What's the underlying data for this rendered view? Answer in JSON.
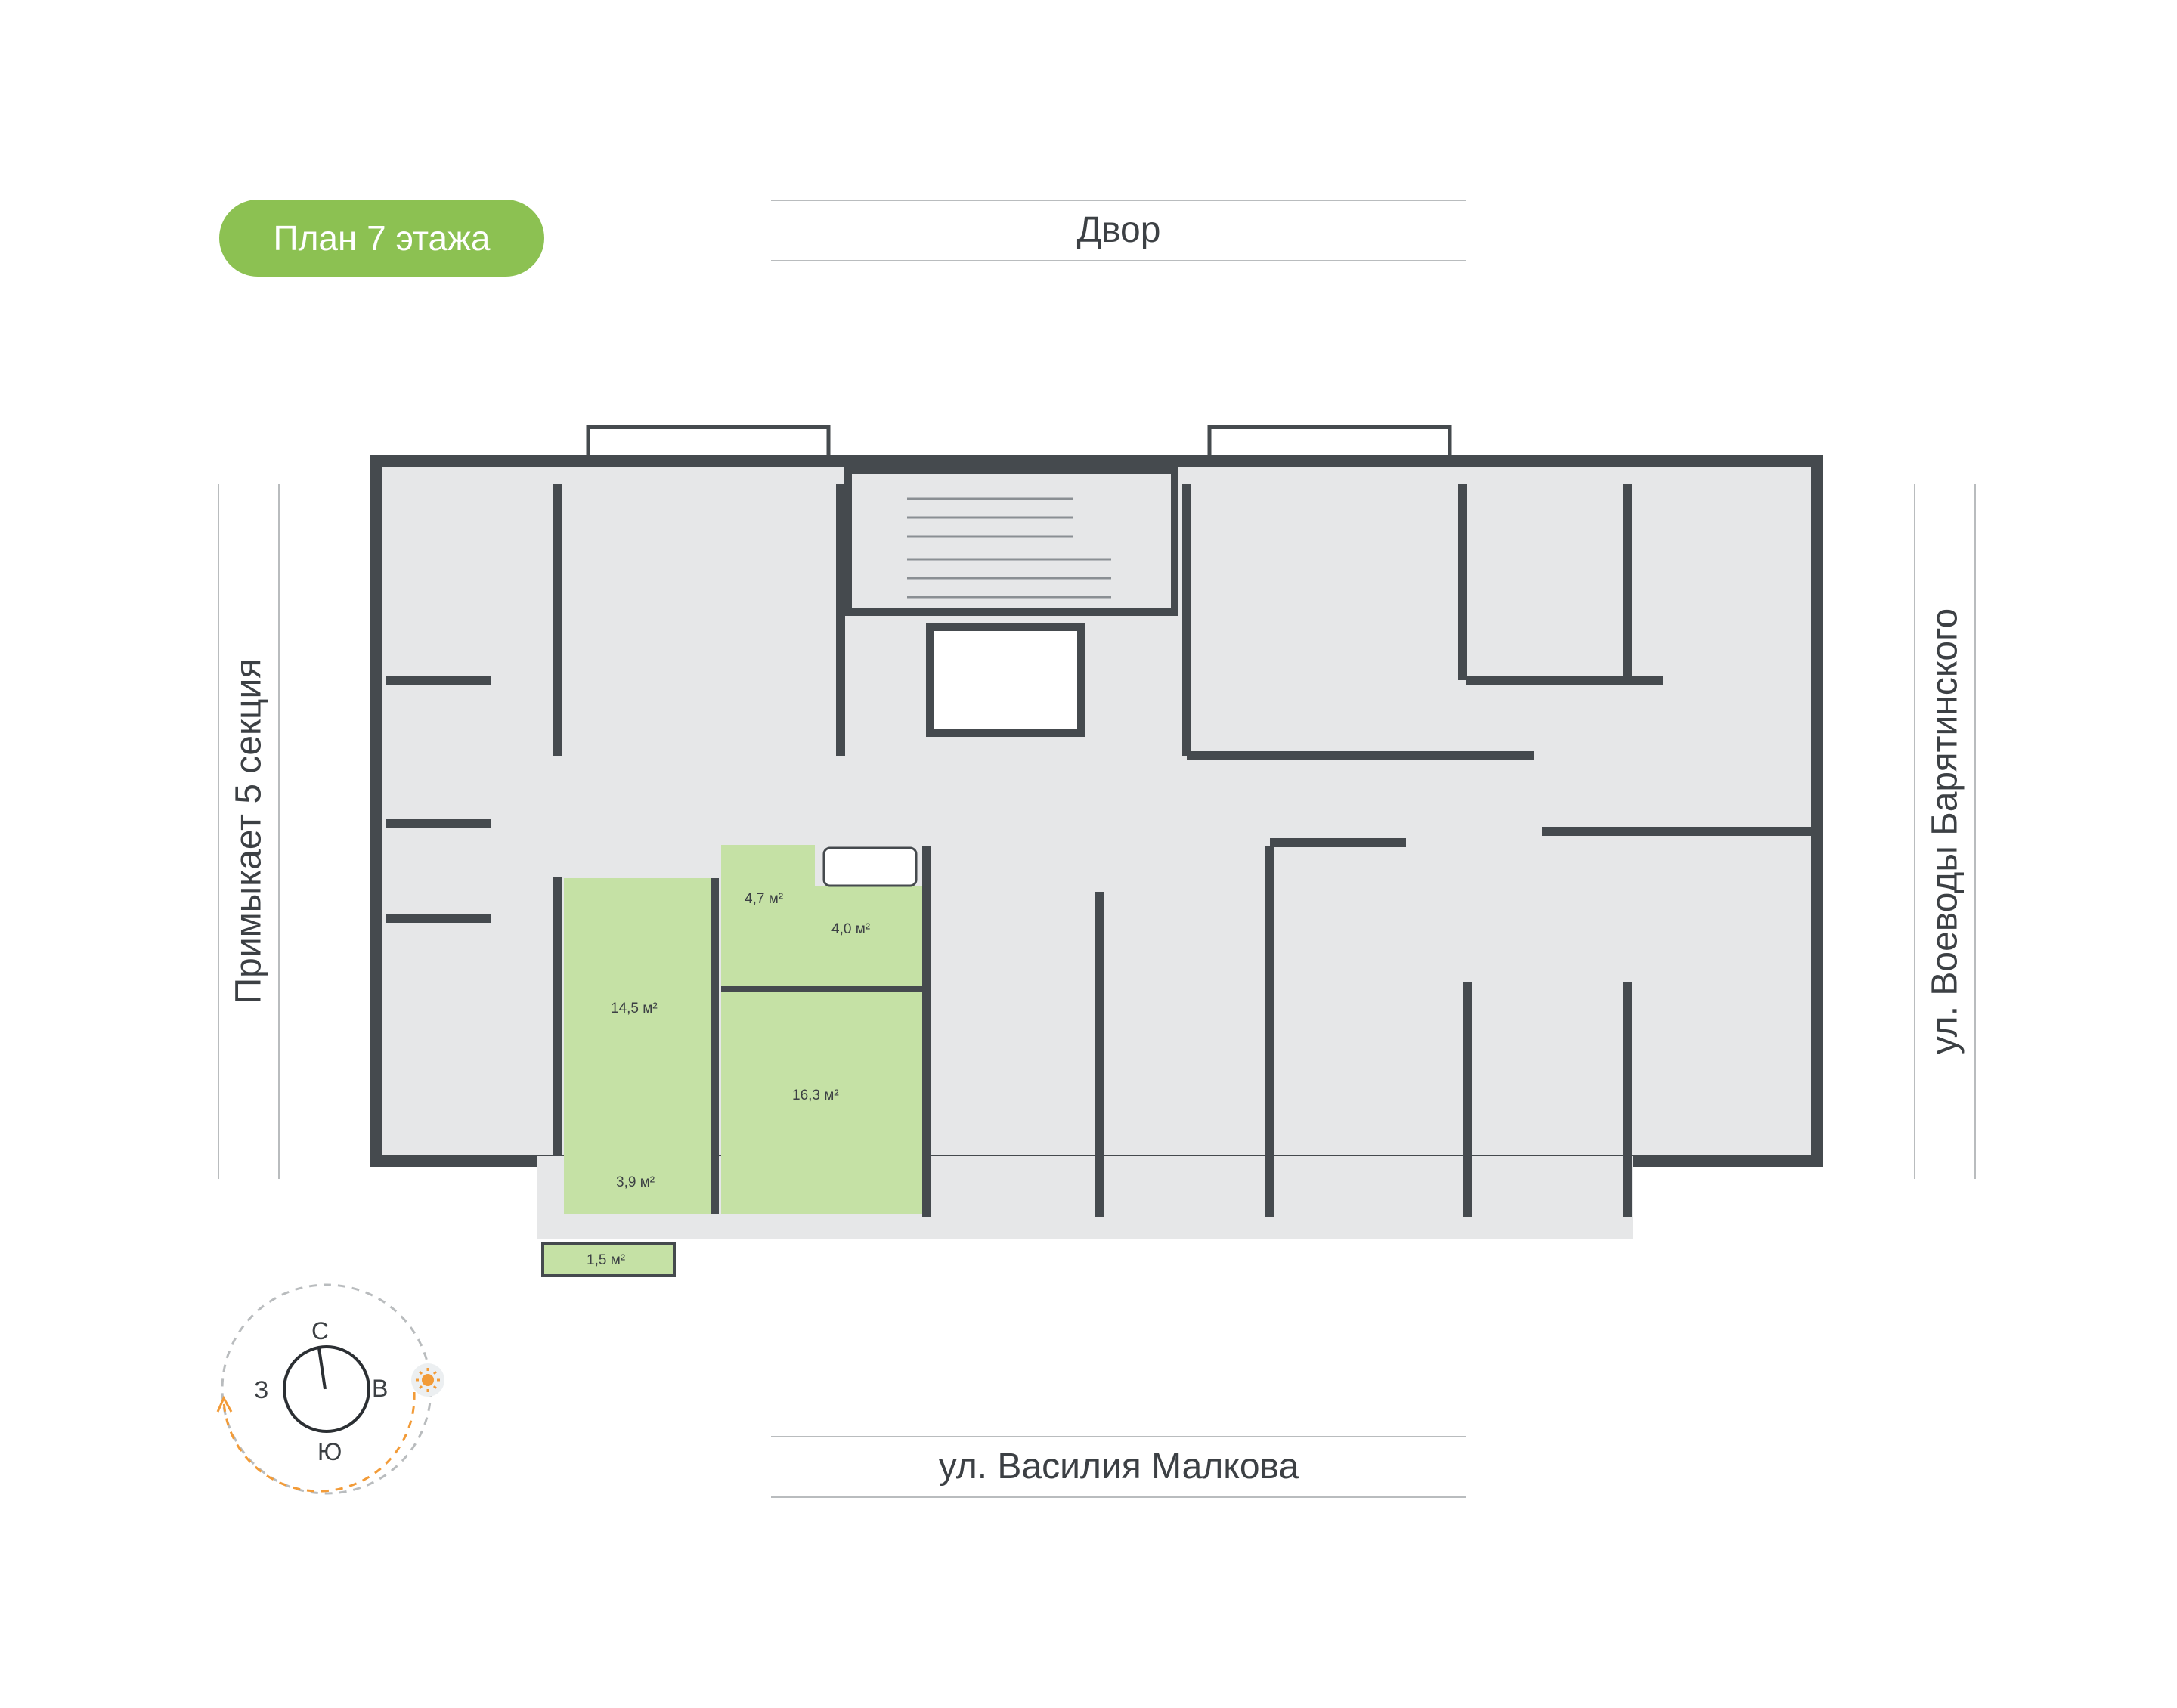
{
  "header": {
    "floor_badge": "План 7 этажа"
  },
  "sides": {
    "top": "Двор",
    "bottom": "ул. Василия Малкова",
    "left": "Примыкает 5 секция",
    "right": "ул. Воеводы Барятинского"
  },
  "highlighted_apartment": {
    "rooms": [
      {
        "label": "4,7 м²"
      },
      {
        "label": "4,0 м²"
      },
      {
        "label": "14,5 м²"
      },
      {
        "label": "16,3 м²"
      },
      {
        "label": "3,9 м²"
      },
      {
        "label": "1,5 м²"
      }
    ]
  },
  "compass": {
    "north": "С",
    "south": "Ю",
    "west": "З",
    "east": "В",
    "sun_icon": "sun-icon"
  },
  "colors": {
    "badge": "#8cc152",
    "highlight": "#c5e1a5",
    "walls": "#454a4e",
    "rooms": "#e6e7e8",
    "sun_path": "#f29b38"
  }
}
